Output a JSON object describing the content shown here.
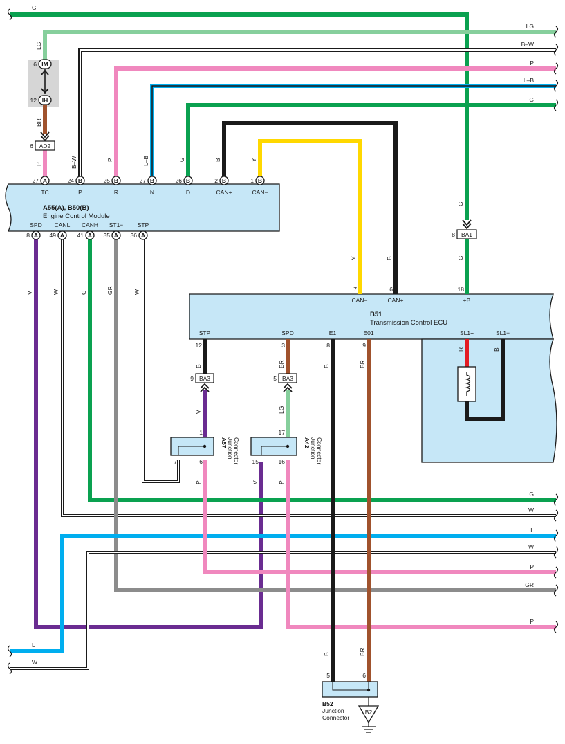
{
  "ecm": {
    "label": "A55(A), B50(B)",
    "name": "Engine Control Module",
    "top_pins": [
      {
        "num": "27",
        "conn": "A",
        "name": "TC"
      },
      {
        "num": "24",
        "conn": "B",
        "name": "P"
      },
      {
        "num": "25",
        "conn": "B",
        "name": "R"
      },
      {
        "num": "27",
        "conn": "B",
        "name": "N"
      },
      {
        "num": "26",
        "conn": "B",
        "name": "D"
      },
      {
        "num": "2",
        "conn": "B",
        "name": "CAN+"
      },
      {
        "num": "1",
        "conn": "B",
        "name": "CAN−"
      }
    ],
    "bottom_pins": [
      {
        "num": "8",
        "conn": "A",
        "name": "SPD"
      },
      {
        "num": "49",
        "conn": "A",
        "name": "CANL"
      },
      {
        "num": "41",
        "conn": "A",
        "name": "CANH"
      },
      {
        "num": "35",
        "conn": "A",
        "name": "ST1−"
      },
      {
        "num": "36",
        "conn": "A",
        "name": "STP"
      }
    ]
  },
  "tcu": {
    "label": "B51",
    "name": "Transmission Control ECU",
    "top_pins": [
      {
        "num": "7",
        "name": "CAN−"
      },
      {
        "num": "6",
        "name": "CAN+"
      },
      {
        "num": "18",
        "name": "+B"
      }
    ],
    "bottom_pins": [
      {
        "num": "12",
        "name": "STP"
      },
      {
        "num": "3",
        "name": "SPD"
      },
      {
        "num": "8",
        "name": "E1"
      },
      {
        "num": "9",
        "name": "E01"
      }
    ],
    "solenoid_pins": [
      "SL1+",
      "SL1−"
    ]
  },
  "upper_left": {
    "pin_im": {
      "num": "6",
      "code": "IM"
    },
    "pin_ih": {
      "num": "12",
      "code": "IH"
    },
    "ad2": {
      "num": "6",
      "code": "AD2"
    }
  },
  "connectors": {
    "ba1": {
      "num": "8",
      "code": "BA1"
    },
    "ba3_left": {
      "num": "9",
      "code": "BA3"
    },
    "ba3_right": {
      "num": "5",
      "code": "BA3"
    }
  },
  "junctions": {
    "a57": {
      "label": "A57",
      "l1": "Junction",
      "l2": "Connector",
      "pins": [
        "1",
        "7",
        "6"
      ]
    },
    "a42": {
      "label": "A42",
      "l1": "Junction",
      "l2": "Connector",
      "pins": [
        "17",
        "15",
        "16"
      ]
    },
    "b52": {
      "label": "B52",
      "l1": "Junction",
      "l2": "Connector",
      "pins": [
        "5",
        "6"
      ],
      "ground": "B2"
    }
  },
  "wire_labels": {
    "top_g": "G",
    "lg": "LG",
    "bw": "B–W",
    "p": "P",
    "lb": "L–B",
    "g2": "G",
    "br": "BR",
    "y": "Y",
    "b": "B",
    "v": "V",
    "w": "W",
    "gr": "GR",
    "r": "R",
    "l": "L"
  },
  "right_edge_labels": [
    "LG",
    "B–W",
    "P",
    "L–B",
    "G",
    "G",
    "W",
    "L",
    "W",
    "P",
    "GR",
    "P"
  ],
  "left_edge_labels": [
    "G",
    "L",
    "W"
  ],
  "colors": {
    "G": "#0aa150",
    "LG": "#86cf9c",
    "B": "#1a1a1a",
    "W": "#ffffff",
    "P": "#f088be",
    "L": "#00aeef",
    "Y": "#ffd800",
    "BR": "#a0522d",
    "V": "#6a2c91",
    "GR": "#8c8c8c",
    "R": "#e31b23",
    "box": "#c6e7f7",
    "outline": "#1a1a1a"
  }
}
